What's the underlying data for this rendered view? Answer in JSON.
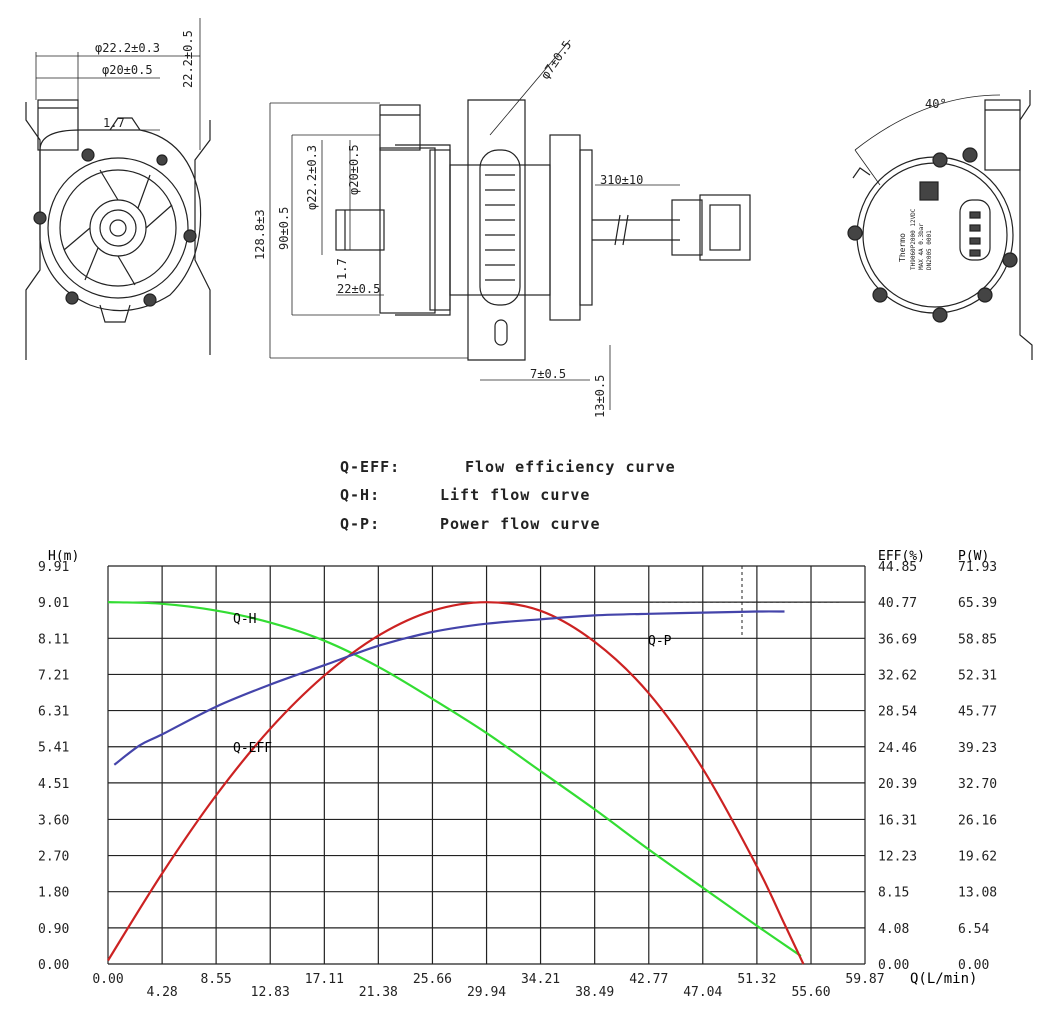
{
  "drawings": {
    "front_view": {
      "dims": [
        "φ22.2±0.3",
        "φ20±0.5",
        "22.2±0.5",
        "1.7"
      ]
    },
    "side_view": {
      "dims": [
        "φ7±0.5",
        "128.8±3",
        "90±0.5",
        "φ22.2±0.3",
        "φ20±0.5",
        "1.7",
        "22±0.5",
        "310±10",
        "7±0.5",
        "13±0.5"
      ]
    },
    "back_view": {
      "dims": [
        "40°"
      ],
      "label_brand": "Thermo",
      "label_lines": [
        "TH9060P2000 12VDC",
        "MAX 4A 0.3bar",
        "DN2005 0001"
      ]
    }
  },
  "legend": [
    {
      "key": "Q-EFF:",
      "desc": "Flow efficiency curve"
    },
    {
      "key": "Q-H:",
      "desc": "Lift flow curve"
    },
    {
      "key": "Q-P:",
      "desc": "Power flow curve"
    }
  ],
  "colors": {
    "q_h": "#33dd33",
    "q_eff": "#cc2222",
    "q_p": "#4444aa",
    "grid": "#222222"
  },
  "chart_data": {
    "type": "line",
    "left_axis_label": "H(m)",
    "right_axis_label_1": "EFF(%)",
    "right_axis_label_2": "P(W)",
    "x_axis_label": "Q(L/min)",
    "x_ticks": [
      "0.00",
      "4.28",
      "8.55",
      "12.83",
      "17.11",
      "21.38",
      "25.66",
      "29.94",
      "34.21",
      "38.49",
      "42.77",
      "47.04",
      "51.32",
      "55.60",
      "59.87"
    ],
    "y_left_ticks": [
      "0.00",
      "0.90",
      "1.80",
      "2.70",
      "3.60",
      "4.51",
      "5.41",
      "6.31",
      "7.21",
      "8.11",
      "9.01",
      "9.91"
    ],
    "y_eff_ticks": [
      "0.00",
      "4.08",
      "8.15",
      "12.23",
      "16.31",
      "20.39",
      "24.46",
      "28.54",
      "32.62",
      "36.69",
      "40.77",
      "44.85"
    ],
    "y_p_ticks": [
      "0.00",
      "6.54",
      "13.08",
      "19.62",
      "26.16",
      "32.70",
      "39.23",
      "45.77",
      "52.31",
      "58.85",
      "65.39",
      "71.93"
    ],
    "xlim": [
      0,
      59.87
    ],
    "ylim": [
      0,
      9.91
    ],
    "grid": true,
    "series": [
      {
        "name": "Q-H",
        "axis": "H(m)",
        "x": [
          0,
          4.28,
          8.55,
          12.83,
          17.11,
          21.38,
          25.66,
          29.94,
          34.21,
          38.49,
          42.77,
          47.04,
          51.32,
          54.8
        ],
        "values": [
          9.01,
          8.97,
          8.8,
          8.5,
          8.05,
          7.4,
          6.6,
          5.75,
          4.8,
          3.85,
          2.85,
          1.9,
          0.95,
          0.2
        ]
      },
      {
        "name": "Q-EFF",
        "axis": "EFF(%)",
        "x": [
          0,
          4.28,
          8.55,
          12.83,
          17.11,
          21.38,
          25.66,
          29.94,
          34.21,
          38.49,
          42.77,
          47.04,
          51.32,
          53.5,
          55.0
        ],
        "values": [
          0.4,
          10.2,
          19.0,
          26.5,
          32.5,
          37.0,
          39.8,
          40.77,
          39.8,
          36.3,
          30.5,
          22.0,
          11.0,
          4.5,
          0.0
        ]
      },
      {
        "name": "Q-P",
        "axis": "P(W)",
        "x": [
          0.5,
          2.5,
          4.28,
          8.55,
          12.83,
          17.11,
          21.38,
          25.66,
          29.94,
          34.21,
          38.49,
          42.77,
          47.04,
          51.32,
          53.5
        ],
        "values": [
          36.0,
          39.5,
          41.5,
          46.5,
          50.5,
          54.0,
          57.5,
          60.0,
          61.5,
          62.3,
          63.0,
          63.3,
          63.5,
          63.7,
          63.7
        ]
      }
    ],
    "annotations": [
      "Q-H",
      "Q-EFF",
      "Q-P"
    ]
  }
}
